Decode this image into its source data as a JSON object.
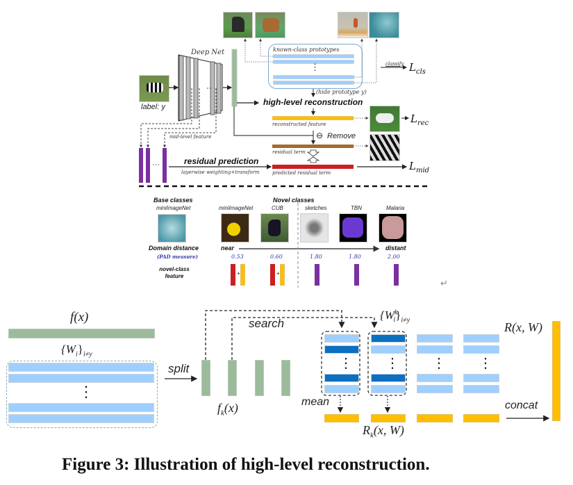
{
  "figure": {
    "caption": "Figure 3: Illustration of high-level reconstruction.",
    "top_panel": {
      "deep_net_label": "Deep Net",
      "input_label": "label: y",
      "known_prototypes_label": "known-class prototypes",
      "classify_label": "classify",
      "loss_cls": {
        "base": "L",
        "sub": "cls"
      },
      "hide_prototype_label": "(hide prototype y)",
      "high_level_reconstruction": "high-level reconstruction",
      "reconstructed_feature": "reconstructed feature",
      "loss_rec": {
        "base": "L",
        "sub": "rec"
      },
      "remove_label": "Remove",
      "remove_symbol": "⊖",
      "mid_level_feature": "mid-level feature",
      "residual_term": "residual term",
      "residual_prediction": "residual prediction",
      "layerwise_label": "layerwise weighting+transform",
      "predicted_residual_term": "predicted residual term",
      "loss_mid": {
        "base": "L",
        "sub": "mid"
      },
      "dots": "⋮",
      "hdots": "···"
    },
    "domain_panel": {
      "base_classes_title": "Base classes",
      "base_dataset": "miniImageNet",
      "novel_classes_title": "Novel classes",
      "novel_datasets": [
        {
          "name": "miniImageNet",
          "pad": "0.53",
          "feature": "red+gold"
        },
        {
          "name": "CUB",
          "pad": "0.60",
          "feature": "red+gold"
        },
        {
          "name": "sketches",
          "pad": "1.80",
          "feature": "purple"
        },
        {
          "name": "TBN",
          "pad": "1.80",
          "feature": "purple"
        },
        {
          "name": "Malaria",
          "pad": "2.00",
          "feature": "purple"
        }
      ],
      "domain_distance_label": "Domain distance",
      "pad_measure_label": "(PAD measure)",
      "near_label": "near",
      "distant_label": "distant",
      "novel_feature_label_1": "novel-class",
      "novel_feature_label_2": "feature",
      "plus": "+"
    },
    "bottom_panel": {
      "fx_label": "f(x)",
      "W_set_label": "{W",
      "W_sub": "i",
      "W_cond": "i≠y",
      "split_label": "split",
      "search_label": "search",
      "fk_label": "f",
      "fk_sub": "k",
      "fk_arg": "(x)",
      "Wk_label": "{W",
      "Wk_sup": "k",
      "Wk_sub": "i",
      "mean_label": "mean",
      "Rk_label": "R",
      "Rk_sub": "k",
      "Rk_arg": "(x, W)",
      "concat_label": "concat",
      "R_label": "R(x, W)",
      "dots": "⋮"
    },
    "return_symbol": "↵",
    "colors": {
      "prototype_blue": "#9fcfff",
      "selected_blue": "#0b6fc2",
      "feature_green": "#9bbb9b",
      "reconstruction_gold": "#ffbf00",
      "mid_purple": "#7b2fa0",
      "predicted_red": "#cc1f1f",
      "residual_brown": "#a66a2e",
      "pad_text_blue": "#3a3aa8"
    }
  }
}
